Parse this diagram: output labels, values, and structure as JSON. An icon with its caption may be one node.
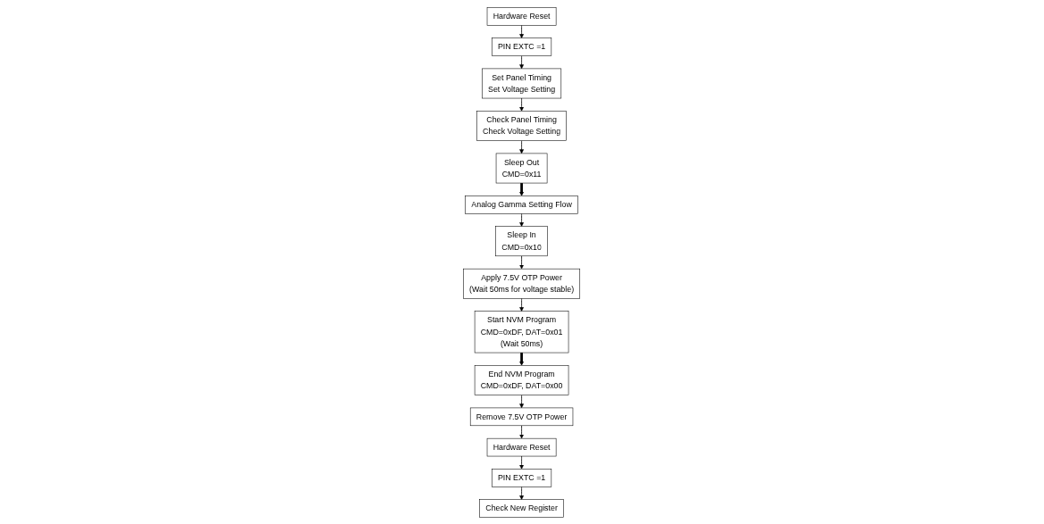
{
  "diagram": {
    "nodes": [
      {
        "text": [
          "Hardware Reset"
        ]
      },
      {
        "text": [
          "PIN EXTC =1"
        ]
      },
      {
        "text": [
          "Set Panel Timing",
          "Set Voltage Setting"
        ]
      },
      {
        "text": [
          "Check Panel Timing",
          "Check Voltage Setting"
        ]
      },
      {
        "text": [
          "Sleep Out",
          "CMD=0x11"
        ]
      },
      {
        "text": [
          "Analog Gamma Setting Flow"
        ]
      },
      {
        "text": [
          "Sleep In",
          "CMD=0x10"
        ]
      },
      {
        "text": [
          "Apply 7.5V OTP Power",
          "(Wait 50ms for voltage stable)"
        ]
      },
      {
        "text": [
          "Start NVM Program",
          "CMD=0xDF, DAT=0x01",
          "(Wait 50ms)"
        ]
      },
      {
        "text": [
          "End NVM Program",
          "CMD=0xDF, DAT=0x00"
        ]
      },
      {
        "text": [
          "Remove 7.5V OTP Power"
        ]
      },
      {
        "text": [
          "Hardware Reset"
        ]
      },
      {
        "text": [
          "PIN EXTC =1"
        ]
      },
      {
        "text": [
          "Check New Register"
        ]
      }
    ],
    "edges": [
      {
        "from": 0,
        "to": 1,
        "arrow": "to"
      },
      {
        "from": 1,
        "to": 2,
        "arrow": "to"
      },
      {
        "from": 2,
        "to": 3,
        "arrow": "to"
      },
      {
        "from": 3,
        "to": 4,
        "arrow": "to"
      },
      {
        "from": 4,
        "to": 5,
        "arrow": "to",
        "style": "thick"
      },
      {
        "from": 5,
        "to": 6,
        "arrow": "to"
      },
      {
        "from": 6,
        "to": 7,
        "arrow": "to"
      },
      {
        "from": 7,
        "to": 8,
        "arrow": "to"
      },
      {
        "from": 8,
        "to": 9,
        "arrow": "to",
        "style": "thick"
      },
      {
        "from": 9,
        "to": 10,
        "arrow": "to"
      },
      {
        "from": 10,
        "to": 11,
        "arrow": "to"
      },
      {
        "from": 11,
        "to": 12,
        "arrow": "to"
      },
      {
        "from": 12,
        "to": 13,
        "arrow": "to"
      }
    ]
  }
}
